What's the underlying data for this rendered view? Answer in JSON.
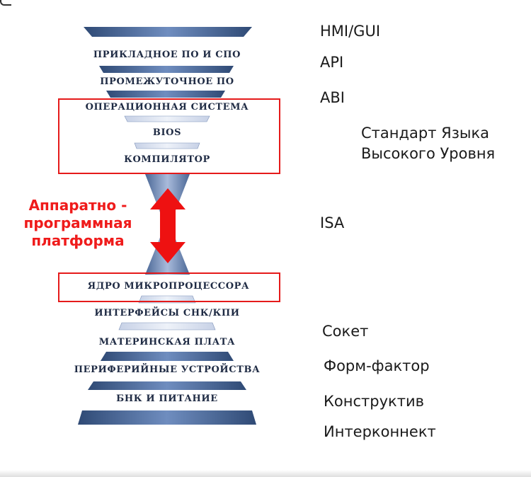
{
  "layers": [
    "ПРИКЛАДНОЕ ПО И СПО",
    "ПРОМЕЖУТОЧНОЕ ПО",
    "ОПЕРАЦИОННАЯ СИСТЕМА",
    "BIOS",
    "КОМПИЛЯТОР",
    "ЯДРО МИКРОПРОЦЕССОРА",
    "ИНТЕРФЕЙСЫ СНК/КПИ",
    "МАТЕРИНСКАЯ ПЛАТА",
    "ПЕРИФЕРИЙНЫЕ УСТРОЙСТВА",
    "БНК И ПИТАНИЕ"
  ],
  "interfaces": {
    "hmi": "HMI/GUI",
    "api": "API",
    "abi": "ABI",
    "hll_line1": "Стандарт Языка",
    "hll_line2": "Высокого Уровня",
    "isa": "ISA",
    "socket": "Сокет",
    "form_factor": "Форм-фактор",
    "construct": "Конструктив",
    "interconnect": "Интерконнект"
  },
  "platform": {
    "line1": "Аппаратно -",
    "line2": "программная",
    "line3": "платформа"
  },
  "colors": {
    "band_dark": "#3d5a86",
    "band_light": "#aab8d6",
    "text_dark": "#1f2b44",
    "highlight_red": "#e51a1a",
    "arrow_red": "#ee1111"
  }
}
